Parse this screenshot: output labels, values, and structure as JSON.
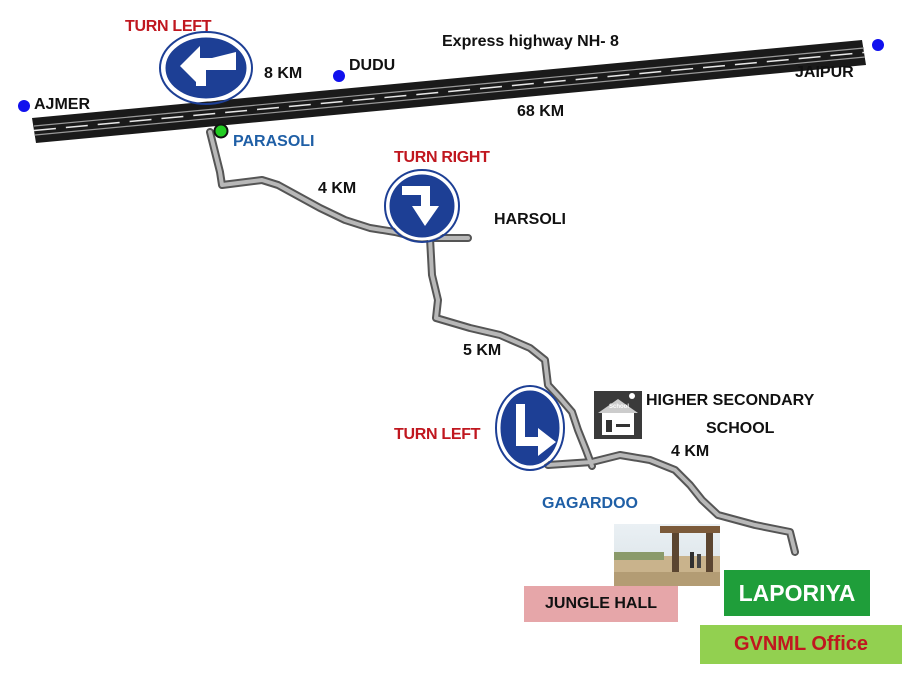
{
  "highway": {
    "name": "Express highway NH- 8",
    "distance": "68 KM"
  },
  "places": {
    "ajmer": "AJMER",
    "dudu": "DUDU",
    "jaipur": "JAIPUR",
    "parasoli": "PARASOLI",
    "harsoli": "HARSOLI",
    "gagardoo": "GAGARDOO",
    "school_line1": "HIGHER SECONDARY",
    "school_line2": "SCHOOL",
    "school_icon_text": "School"
  },
  "turns": {
    "turn1": "TURN LEFT",
    "turn2": "TURN RIGHT",
    "turn3": "TURN LEFT"
  },
  "distances": {
    "seg_ajmer_dudu": "8 KM",
    "seg_parasoli_harsoli": "4 KM",
    "seg_harsoli_gagardoo": "5 KM",
    "seg_gagardoo_laporiya": "4 KM"
  },
  "boxes": {
    "jungle_hall": "JUNGLE HALL",
    "laporiya": "LAPORIYA",
    "gvnml": "GVNML Office"
  },
  "colors": {
    "road": "#1a1a1a",
    "city_dot": "#1010ee",
    "start_dot": "#22cc22",
    "sign_blue": "#1d3f95",
    "turn_text": "#c0171f",
    "place_blue": "#1f5fa6",
    "jungle_hall_bg": "#e6a6a9",
    "laporiya_bg": "#1f9e3a",
    "gvnml_bg": "#92d050",
    "gvnml_text": "#c0171f"
  }
}
